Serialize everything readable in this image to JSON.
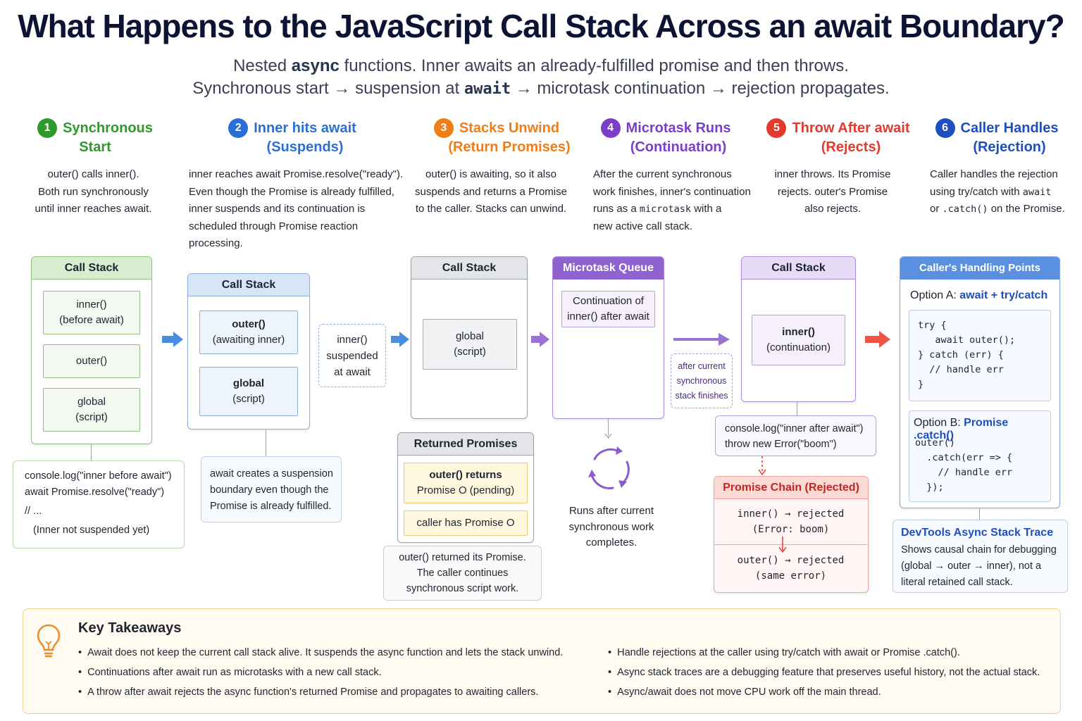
{
  "header": {
    "title": "What Happens to the JavaScript Call Stack Across an await Boundary?",
    "subtitle_1_pre": "Nested ",
    "subtitle_1_bold": "async",
    "subtitle_1_post": " functions. Inner awaits an already-fulfilled promise and then throws.",
    "subtitle_2_a": "Synchronous start → suspension at ",
    "subtitle_2_code": "await",
    "subtitle_2_b": " → microtask continuation → rejection propagates."
  },
  "colors": {
    "green": "#2e9a2a",
    "blue": "#2a6fd6",
    "orange": "#ef7d1a",
    "purple": "#7a3fc4",
    "red": "#e23a2e",
    "navy": "#1f4fbf"
  },
  "steps": [
    {
      "num": "1",
      "line1": "Synchronous",
      "line2": "Start",
      "desc": [
        "outer() calls inner().",
        "Both run synchronously",
        "until inner reaches await."
      ]
    },
    {
      "num": "2",
      "line1": "Inner hits await",
      "line2": "(Suspends)",
      "desc": [
        "inner reaches await Promise.resolve(\"ready\").",
        "Even though the Promise is already fulfilled,",
        "inner suspends and its continuation is",
        "scheduled through Promise reaction",
        "processing."
      ]
    },
    {
      "num": "3",
      "line1": "Stacks Unwind",
      "line2": "(Return Promises)",
      "desc": [
        "outer() is awaiting, so it also",
        "suspends and returns a Promise",
        "to the caller. Stacks can unwind."
      ]
    },
    {
      "num": "4",
      "line1": "Microtask Runs",
      "line2": "(Continuation)",
      "desc_1": "After the current synchronous",
      "desc_2": "work finishes, inner's continuation",
      "desc_3_pre": "runs as a ",
      "desc_3_code": "microtask",
      "desc_3_post": " with a",
      "desc_4": "new active call stack."
    },
    {
      "num": "5",
      "line1": "Throw After await",
      "line2": "(Rejects)",
      "desc_1": "inner throws. Its Promise",
      "desc_2_pre": "rejects. ",
      "desc_2_code": "outer's",
      "desc_2_post": " Promise",
      "desc_3": "also rejects."
    },
    {
      "num": "6",
      "line1": "Caller Handles",
      "line2": "(Rejection)",
      "desc_1": "Caller handles the rejection",
      "desc_2_pre": "using try/catch with ",
      "desc_2_code": "await",
      "desc_3_pre": "or ",
      "desc_3_code": ".catch()",
      "desc_3_post": " on the Promise."
    }
  ],
  "panel1": {
    "title": "Call Stack",
    "frames": [
      [
        "inner()",
        "(before await)"
      ],
      [
        "outer()"
      ],
      [
        "global",
        "(script)"
      ]
    ],
    "note": [
      "console.log(\"inner before await\")",
      "await Promise.resolve(\"ready\")",
      "// ...",
      "(Inner not suspended yet)"
    ]
  },
  "panel2": {
    "title": "Call Stack",
    "frames": [
      [
        "outer()",
        "(awaiting inner)"
      ],
      [
        "global",
        "(script)"
      ]
    ],
    "suspended": [
      "inner()",
      "suspended",
      "at await"
    ],
    "note": [
      "await creates a suspension",
      "boundary even though the",
      "Promise is already fulfilled."
    ]
  },
  "panel3": {
    "title": "Call Stack",
    "frames": [
      [
        "global",
        "(script)"
      ]
    ],
    "returned_title": "Returned Promises",
    "returned": [
      [
        "outer() returns",
        "Promise O (pending)"
      ],
      [
        "caller has Promise O"
      ]
    ],
    "note": [
      "outer() returned its Promise.",
      "The caller continues",
      "synchronous script work."
    ]
  },
  "panel4": {
    "title": "Microtask Queue",
    "item": [
      "Continuation of",
      "inner() after await"
    ],
    "cycle_note": [
      "Runs after current",
      "synchronous work",
      "completes."
    ]
  },
  "after_note": [
    "after current",
    "synchronous",
    "stack finishes"
  ],
  "panel5": {
    "title": "Call Stack",
    "frames": [
      [
        "inner()",
        "(continuation)"
      ]
    ],
    "code": [
      "console.log(\"inner after await\")",
      "throw new Error(\"boom\")"
    ],
    "chain_title": "Promise Chain (Rejected)",
    "chain": [
      [
        "inner() → rejected",
        "(Error: boom)"
      ],
      [
        "outer() → rejected",
        "(same error)"
      ]
    ]
  },
  "panel6": {
    "title": "Caller's Handling Points",
    "optA_pre": "Option A: ",
    "optA_hl": "await + try/catch",
    "optA_code": "try {\n   await outer();\n} catch (err) {\n  // handle err\n}",
    "optB_pre": "Option B: ",
    "optB_hl": "Promise .catch()",
    "optB_code": "outer()\n  .catch(err => {\n    // handle err\n  });",
    "devtools_title": "DevTools Async Stack Trace",
    "devtools": [
      "Shows causal chain for debugging",
      "(global → outer → inner), not a",
      "literal retained call stack."
    ]
  },
  "takeaways": {
    "title": "Key Takeaways",
    "left": [
      "Await does not keep the current call stack alive. It suspends the async function and lets the stack unwind.",
      "Continuations after await run as microtasks with a new call stack.",
      "A throw after await rejects the async function's returned Promise and propagates to awaiting callers."
    ],
    "right": [
      "Handle rejections at the caller using try/catch with await  or Promise .catch().",
      "Async stack traces are a debugging feature that preserves useful history, not the actual stack.",
      "Async/await does not move CPU work off the main thread."
    ]
  }
}
